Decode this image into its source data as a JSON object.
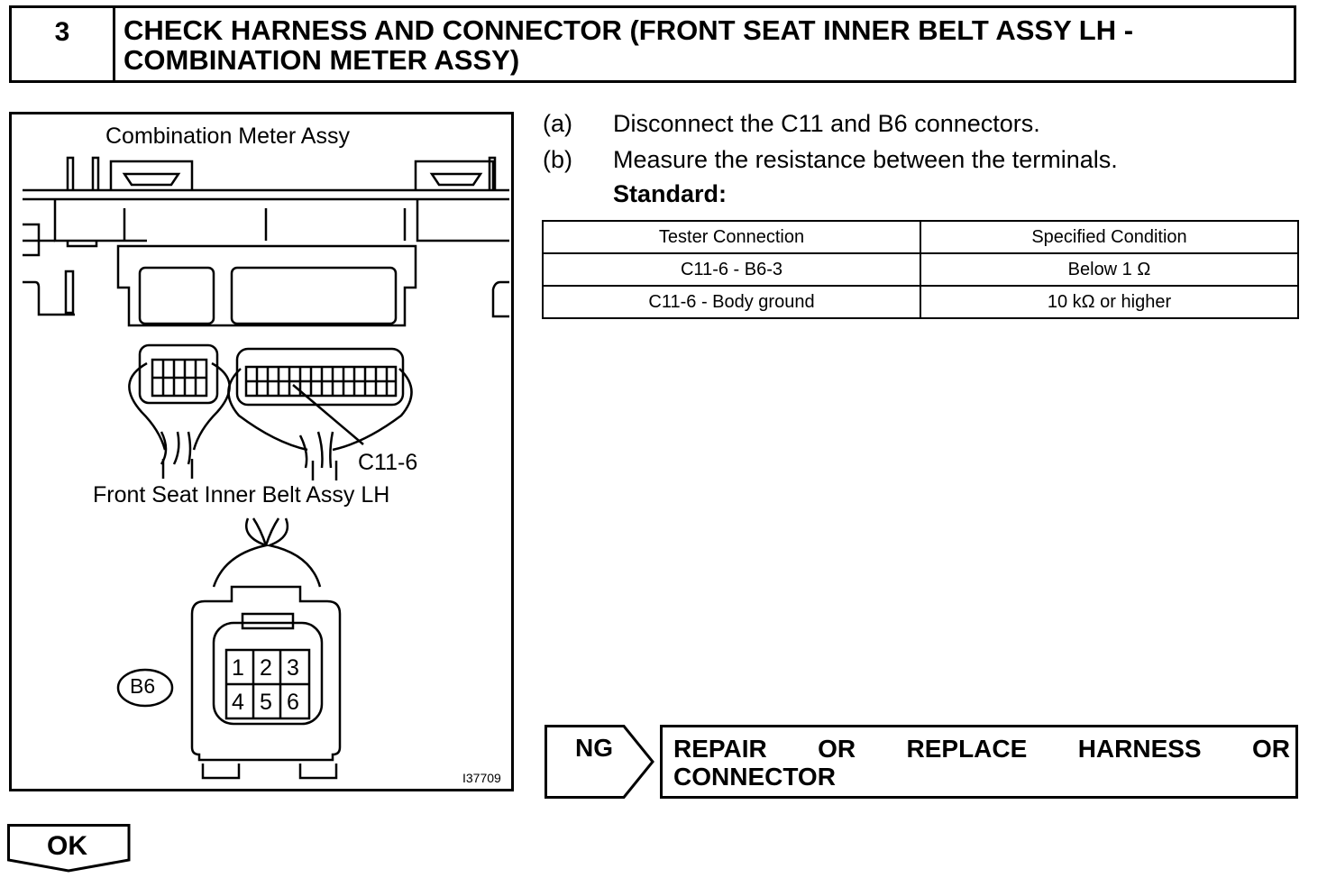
{
  "header": {
    "step_number": "3",
    "title": "CHECK HARNESS AND CONNECTOR (FRONT SEAT INNER BELT ASSY LH - COMBINATION METER ASSY)"
  },
  "figure": {
    "label_meter": "Combination Meter Assy",
    "label_terminal": "C11-6",
    "label_belt": "Front Seat Inner Belt Assy LH",
    "connector_tag": "B6",
    "pins": [
      "1",
      "2",
      "3",
      "4",
      "5",
      "6"
    ],
    "figure_id": "I37709"
  },
  "steps": [
    {
      "letter": "(a)",
      "text": "Disconnect the C11 and B6 connectors."
    },
    {
      "letter": "(b)",
      "text": "Measure the resistance between the terminals."
    }
  ],
  "standard_label": "Standard:",
  "table": {
    "headers": [
      "Tester Connection",
      "Specified Condition"
    ],
    "rows": [
      [
        "C11-6  -  B6-3",
        "Below 1 Ω"
      ],
      [
        "C11-6 - Body ground",
        "10 kΩ or higher"
      ]
    ]
  },
  "result_ng": {
    "label": "NG",
    "line1_words": [
      "REPAIR",
      "OR",
      "REPLACE",
      "HARNESS",
      "OR"
    ],
    "line2": "CONNECTOR"
  },
  "result_ok": {
    "label": "OK"
  }
}
